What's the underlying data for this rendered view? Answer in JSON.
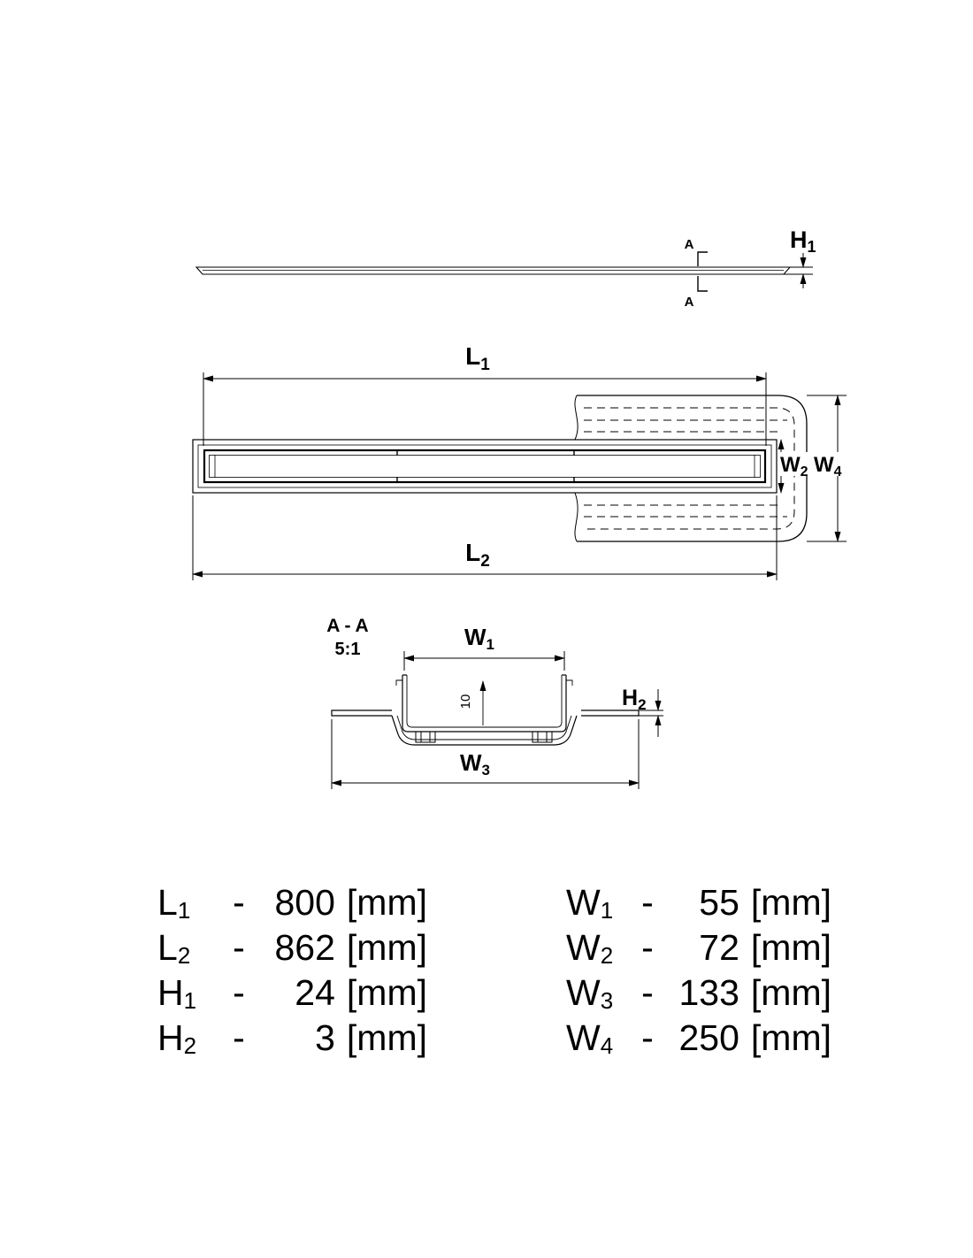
{
  "side_view": {
    "h1": {
      "base": "H",
      "sub": "1"
    },
    "section_marker_top": "A",
    "section_marker_bottom": "A"
  },
  "plan_view": {
    "l1": {
      "base": "L",
      "sub": "1"
    },
    "l2": {
      "base": "L",
      "sub": "2"
    },
    "w2": {
      "base": "W",
      "sub": "2"
    },
    "w4": {
      "base": "W",
      "sub": "4"
    }
  },
  "section_view": {
    "title": "A - A",
    "scale": "5:1",
    "w1": {
      "base": "W",
      "sub": "1"
    },
    "w3": {
      "base": "W",
      "sub": "3"
    },
    "h2": {
      "base": "H",
      "sub": "2"
    },
    "depth_dim": "10"
  },
  "table": {
    "left": [
      {
        "base": "L",
        "sub": "1",
        "dash": "-",
        "value": "800",
        "unit": "[mm]"
      },
      {
        "base": "L",
        "sub": "2",
        "dash": "-",
        "value": "862",
        "unit": "[mm]"
      },
      {
        "base": "H",
        "sub": "1",
        "dash": "-",
        "value": "24",
        "unit": "[mm]"
      },
      {
        "base": "H",
        "sub": "2",
        "dash": "-",
        "value": "3",
        "unit": "[mm]"
      }
    ],
    "right": [
      {
        "base": "W",
        "sub": "1",
        "dash": "-",
        "value": "55",
        "unit": "[mm]"
      },
      {
        "base": "W",
        "sub": "2",
        "dash": "-",
        "value": "72",
        "unit": "[mm]"
      },
      {
        "base": "W",
        "sub": "3",
        "dash": "-",
        "value": "133",
        "unit": "[mm]"
      },
      {
        "base": "W",
        "sub": "4",
        "dash": "-",
        "value": "250",
        "unit": "[mm]"
      }
    ]
  }
}
